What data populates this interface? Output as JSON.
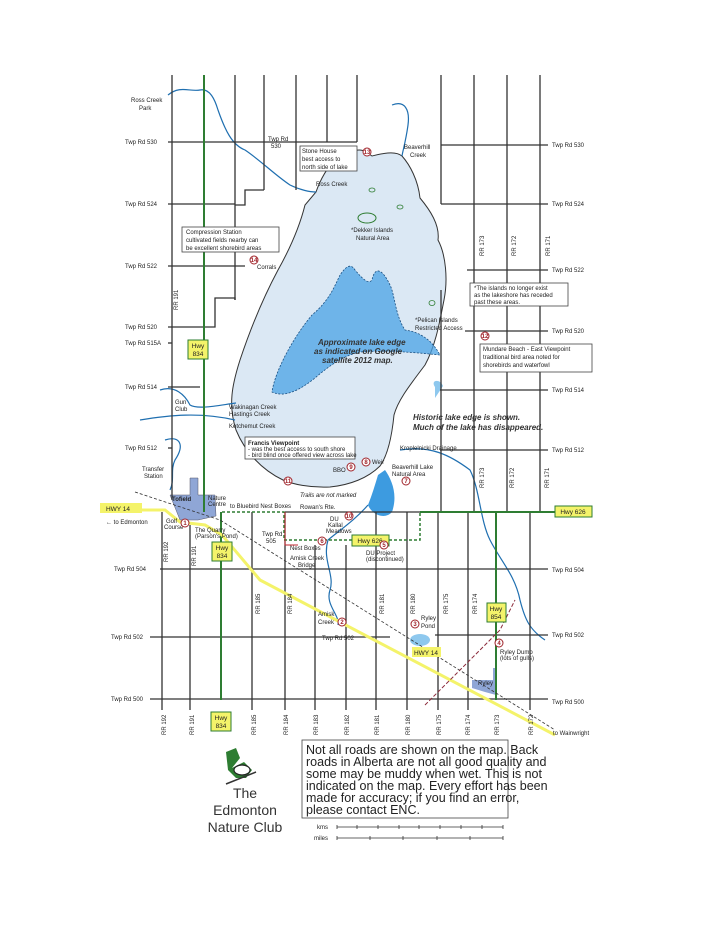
{
  "colors": {
    "lake": "#dbe8f4",
    "lake_deep": "#3d9be0",
    "highway_yellow": "#f4f36a",
    "highway_green": "#2e7d32",
    "creek": "#1f6fb0",
    "marker": "#a0232a",
    "town": "#8fa6d6"
  },
  "places": {
    "ross_creek_park_1": "Ross Creek",
    "ross_creek_park_2": "Park",
    "twp530_top_1": "Twp Rd",
    "twp530_top_2": "530",
    "stone_1": "Stone House",
    "stone_2": "best access to",
    "stone_3": "north side of lake",
    "beaverhill_1": "Beaverhill",
    "beaverhill_2": "Creek",
    "ross_creek": "Ross Creek",
    "dekker_1": "*Dekker Islands",
    "dekker_2": "Natural Area",
    "comp_1": "Compression Station",
    "comp_2": "cultivated fields nearby can",
    "comp_3": "be excellent shorebird areas",
    "corrals": "Corrals",
    "islands_1": "*The islands no longer exist",
    "islands_2": "as the lakeshore has receded",
    "islands_3": "past these areas.",
    "pelican_1": "*Pelican Islands",
    "pelican_2": "Restricted Access",
    "mundare_1": "Mundare Beach - East Viewpoint",
    "mundare_2": "traditional bird area noted for",
    "mundare_3": "shorebirds and waterfowl",
    "lake_edge_1": "Approximate lake edge",
    "lake_edge_2": "as indicated on Google",
    "lake_edge_3": "satellite 2012 map.",
    "gun_club_1": "Gun",
    "gun_club_2": "Club",
    "wakinagan": "Wakinagan Creek",
    "hastings": "Hastings Creek",
    "ketchemut": "Ketchemut Creek",
    "historic_1": "Historic lake edge is shown.",
    "historic_2": "Much of the lake has disappeared.",
    "francis_1": "Francis Viewpoint",
    "francis_2": "- was the best access to south shore",
    "francis_3": "- bird blind once offered view across lake",
    "kroplelnicki": "Kroplelnicki Drainage",
    "bbo": "BBO",
    "weir": "Weir",
    "bhl_na_1": "Beaverhill Lake",
    "bhl_na_2": "Natural Area",
    "transfer_1": "Transfer",
    "transfer_2": "Station",
    "tofield": "Tofield",
    "nature_centre_1": "Nature",
    "nature_centre_2": "Centre",
    "bluebird": "to Bluebird Nest Boxes",
    "trails": "Trails are not marked",
    "rowans": "Rowan's Rte.",
    "to_edmonton": "← to Edmonton",
    "golf_1": "Golf",
    "golf_2": "Course",
    "quarry_1": "The Quarry",
    "quarry_2": "(Parson's Pond)",
    "twp505_1": "Twp Rd",
    "twp505_2": "505",
    "nest_boxes": "Nest Boxes",
    "du_kallal_1": "DU",
    "du_kallal_2": "Kallal",
    "du_kallal_3": "Meadows",
    "amisk_bridge_1": "Amisk Creek",
    "amisk_bridge_2": "Bridge",
    "du_project_1": "DU Project",
    "du_project_2": "(discontinued)",
    "amisk_creek_1": "Amisk",
    "amisk_creek_2": "Creek",
    "ryley_pond_1": "Ryley",
    "ryley_pond_2": "Pond",
    "ryley_dump_1": "Ryley Dump",
    "ryley_dump_2": "(lots of gulls)",
    "ryley": "Ryley",
    "to_wainwright": "to Wainwright",
    "twp502_mid": "Twp Rd 502"
  },
  "roads_left": [
    "Twp Rd 530",
    "Twp Rd 524",
    "Twp Rd 522",
    "Twp Rd 520",
    "Twp Rd 515A",
    "Twp Rd 514",
    "Twp Rd 512",
    "Twp Rd 504",
    "Twp Rd 502",
    "Twp Rd 500"
  ],
  "roads_right": [
    "Twp Rd 530",
    "Twp Rd 524",
    "Twp Rd 522",
    "Twp Rd 520",
    "Twp Rd 514",
    "Twp Rd 512",
    "Twp Rd 504",
    "Twp Rd 502",
    "Twp Rd 500"
  ],
  "range_roads_upper": [
    "RR 191",
    "RR 173",
    "RR 172",
    "RR 171",
    "RR 173",
    "RR 172",
    "RR 171",
    "RR 192",
    "RR 191"
  ],
  "range_roads_mid": [
    "RR 185",
    "RR 184",
    "RR 181",
    "RR 180",
    "RR 175",
    "RR 174"
  ],
  "range_roads_bottom": [
    "RR 192",
    "RR 191",
    "RR 185",
    "RR 184",
    "RR 183",
    "RR 182",
    "RR 181",
    "RR 180",
    "RR 175",
    "RR 174",
    "RR 173",
    "RR 172"
  ],
  "highways": {
    "hwy834_a": [
      "Hwy",
      "834"
    ],
    "hwy834_b": [
      "Hwy",
      "834"
    ],
    "hwy834_c": [
      "Hwy",
      "834"
    ],
    "hwy854": [
      "Hwy",
      "854"
    ],
    "hwy626_right": "Hwy 626",
    "hwy626_mid": "Hwy 626",
    "hwy14_left": "HWY 14",
    "hwy14_mid": "HWY 14"
  },
  "markers": [
    "1",
    "2",
    "3",
    "4",
    "5",
    "6",
    "7",
    "8",
    "9",
    "10",
    "11",
    "12",
    "13",
    "14"
  ],
  "disclaimer": [
    "Not all roads are shown on the map. Back",
    "roads in Alberta are not all good quality and",
    "some may be muddy when wet. This is not",
    "indicated on the map. Every effort has been",
    "made for accuracy; if you find an error,",
    "please contact ENC."
  ],
  "club": [
    "The",
    "Edmonton",
    "Nature Club"
  ],
  "scale": {
    "kms": "kms",
    "miles": "miles"
  }
}
